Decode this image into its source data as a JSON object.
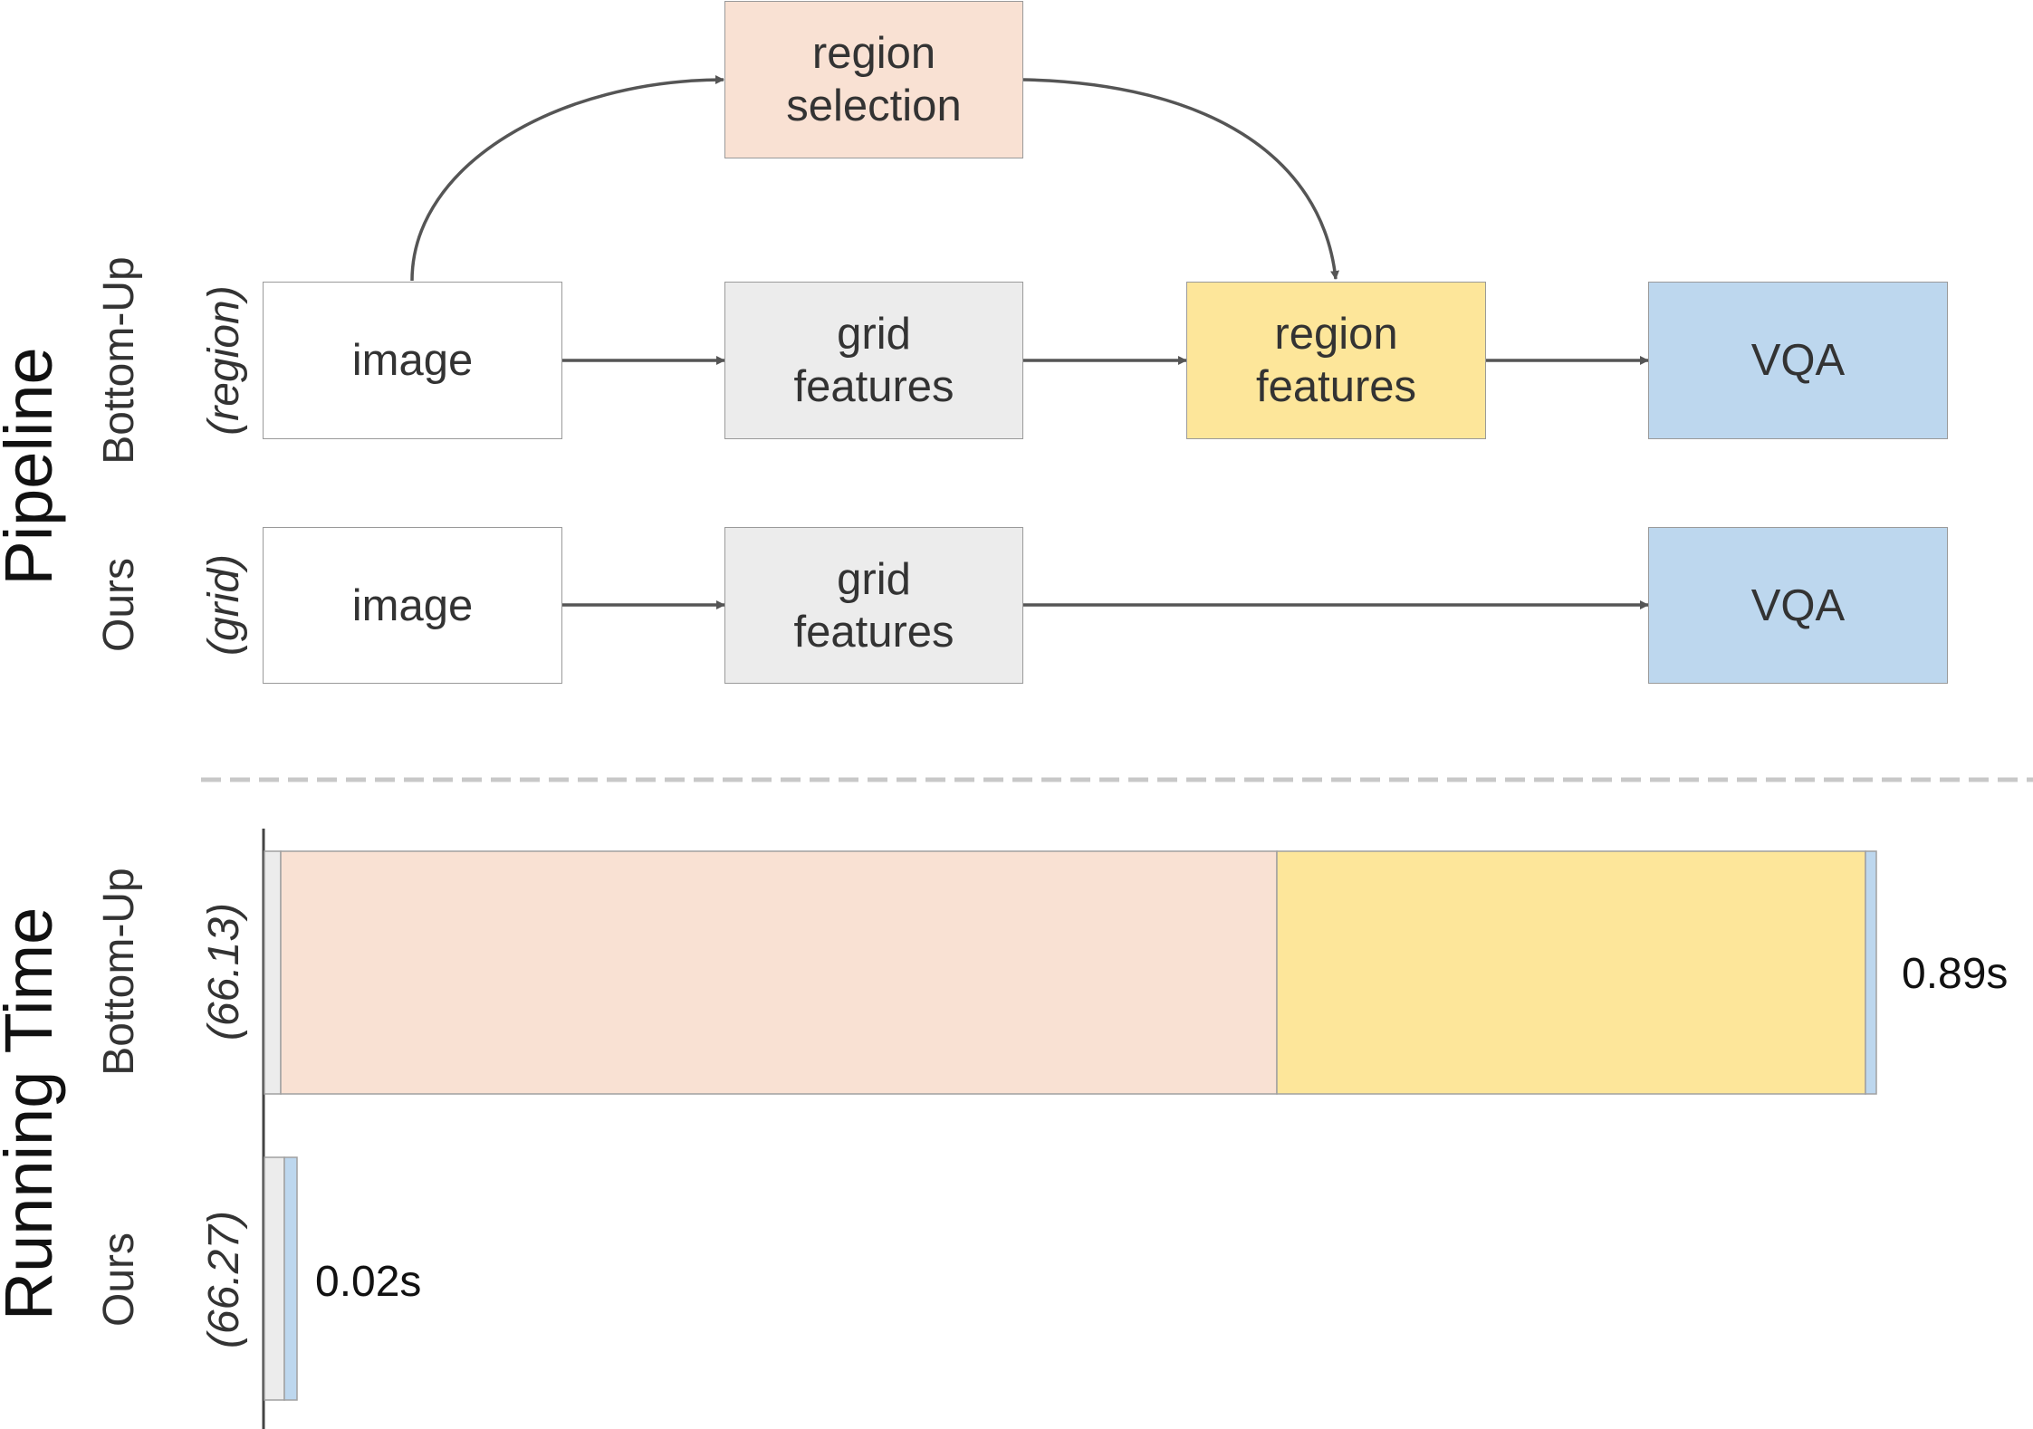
{
  "sections": {
    "pipeline_title": "Pipeline",
    "running_time_title": "Running Time"
  },
  "pipeline": {
    "row_bottom_up": {
      "label": "Bottom-Up",
      "sublabel": "(region)",
      "nodes": {
        "image": "image",
        "grid_features": "grid\nfeatures",
        "region_features": "region\nfeatures",
        "vqa": "VQA"
      },
      "branch_node": "region\nselection"
    },
    "row_ours": {
      "label": "Ours",
      "sublabel": "(grid)",
      "nodes": {
        "image": "image",
        "grid_features": "grid\nfeatures",
        "vqa": "VQA"
      }
    }
  },
  "running_time": {
    "bars": [
      {
        "label": "Bottom-Up",
        "sublabel": "(66.13)",
        "total_label": "0.89s",
        "total_seconds": 0.89,
        "segments": [
          {
            "stage": "grid features",
            "seconds": 0.009,
            "color": "#ececec"
          },
          {
            "stage": "region selection",
            "seconds": 0.55,
            "color": "#f9e1d3"
          },
          {
            "stage": "region features",
            "seconds": 0.325,
            "color": "#fde69a"
          },
          {
            "stage": "VQA",
            "seconds": 0.006,
            "color": "#bdd7ee"
          }
        ]
      },
      {
        "label": "Ours",
        "sublabel": "(66.27)",
        "total_label": "0.02s",
        "total_seconds": 0.02,
        "segments": [
          {
            "stage": "grid features",
            "seconds": 0.011,
            "color": "#ececec"
          },
          {
            "stage": "VQA",
            "seconds": 0.007,
            "color": "#bdd7ee"
          }
        ]
      }
    ]
  },
  "colors": {
    "image": "#ffffff",
    "grid_features": "#ececec",
    "region_selection": "#f9e1d3",
    "region_features": "#fde69a",
    "vqa": "#bdd7ee",
    "arrow": "#555555",
    "divider": "#c8c8c8",
    "axis": "#444444"
  }
}
